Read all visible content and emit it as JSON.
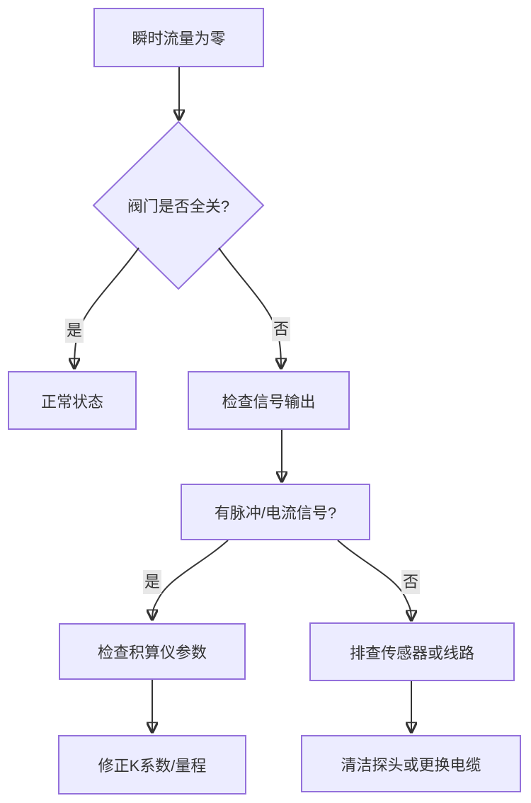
{
  "diagram": {
    "type": "flowchart",
    "direction": "top-down",
    "nodes": [
      {
        "id": "A",
        "shape": "rect",
        "label": "瞬时流量为零"
      },
      {
        "id": "B",
        "shape": "diamond",
        "label": "阀门是否全关?"
      },
      {
        "id": "C",
        "shape": "rect",
        "label": "正常状态"
      },
      {
        "id": "D",
        "shape": "rect",
        "label": "检查信号输出"
      },
      {
        "id": "E",
        "shape": "rect",
        "label": "有脉冲/电流信号?"
      },
      {
        "id": "F",
        "shape": "rect",
        "label": "检查积算仪参数"
      },
      {
        "id": "G",
        "shape": "rect",
        "label": "排查传感器或线路"
      },
      {
        "id": "H",
        "shape": "rect",
        "label": "修正K系数/量程"
      },
      {
        "id": "I",
        "shape": "rect",
        "label": "清洁探头或更换电缆"
      }
    ],
    "edges": [
      {
        "from": "A",
        "to": "B",
        "label": ""
      },
      {
        "from": "B",
        "to": "C",
        "label": "是"
      },
      {
        "from": "B",
        "to": "D",
        "label": "否"
      },
      {
        "from": "D",
        "to": "E",
        "label": ""
      },
      {
        "from": "E",
        "to": "F",
        "label": "是"
      },
      {
        "from": "E",
        "to": "G",
        "label": "否"
      },
      {
        "from": "F",
        "to": "H",
        "label": ""
      },
      {
        "from": "G",
        "to": "I",
        "label": ""
      }
    ],
    "colors": {
      "node_fill": "#ECECFF",
      "node_border": "#9370DB",
      "edge_line": "#333333",
      "edge_label_bg": "#e8e8e8",
      "text": "#333333",
      "background": "#ffffff"
    }
  }
}
